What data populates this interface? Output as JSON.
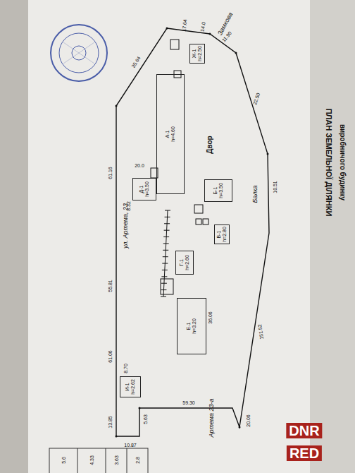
{
  "diagram": {
    "title": "ПЛАН ЗЕМЕЛЬНОЇ ДІЛЯНКИ",
    "caption": "виробничого будинку",
    "nodes": [
      {
        "text": [
          "А-1",
          "h=4.60"
        ]
      },
      {
        "text": [
          "Ж-1",
          "h=2.50"
        ]
      },
      {
        "text": [
          "Б-1",
          "h=3.50"
        ]
      },
      {
        "text": [
          "В-1",
          "h=2.80"
        ]
      },
      {
        "text": [
          "Д-1",
          "h=3.50"
        ]
      },
      {
        "text": [
          "Г-1",
          "h=2.60"
        ]
      },
      {
        "text": [
          "Е-1",
          "h=3.20"
        ]
      },
      {
        "text": [
          "И-1",
          "h=2.62"
        ]
      }
    ],
    "labels": [
      "17.64",
      "14.0",
      "11.90",
      "22.50",
      "10.51",
      "151.52",
      "20.06",
      "59.30",
      "Артема 23-а",
      "10.87",
      "13.85",
      "5.63",
      "8.70",
      "61.06",
      "55.81",
      "61.16",
      "20.0",
      "8.32",
      "35.64",
      "ул. Артема, 23",
      "Двор",
      "Замкова",
      "Балка",
      "36.06",
      "5.6",
      "4.33",
      "3.63",
      "2.8",
      "DNR",
      "RED"
    ]
  }
}
